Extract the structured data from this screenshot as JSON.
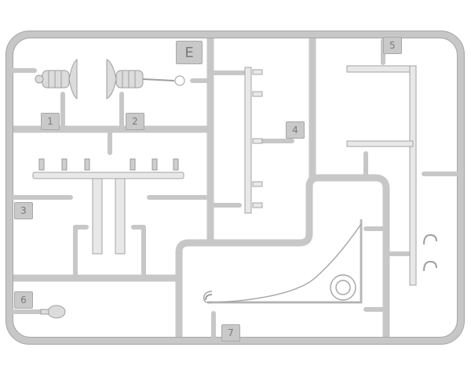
{
  "sprue": {
    "letter": "E",
    "part_numbers": [
      "1",
      "2",
      "3",
      "4",
      "5",
      "6",
      "7"
    ]
  },
  "colors": {
    "frame": "#c7c7c7",
    "frame_edge": "#9c9c9c",
    "part": "#dcdcdc",
    "part_edge": "#a3a3a3",
    "tag": "#c9c9c9",
    "label": "#7a7a7a"
  }
}
